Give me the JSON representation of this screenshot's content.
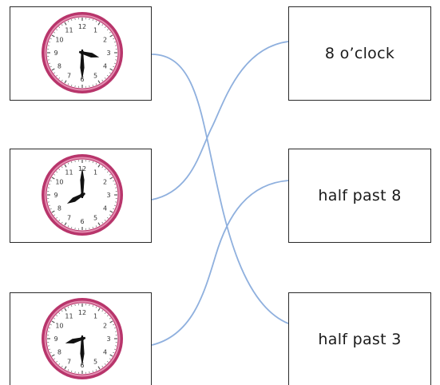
{
  "clocks": [
    {
      "hour_hand_deg": 105,
      "minute_hand_deg": 180,
      "numerals": [
        "12",
        "1",
        "2",
        "3",
        "4",
        "5",
        "6",
        "7",
        "8",
        "9",
        "10",
        "11"
      ]
    },
    {
      "hour_hand_deg": 240,
      "minute_hand_deg": 0,
      "numerals": [
        "12",
        "1",
        "2",
        "3",
        "4",
        "5",
        "6",
        "7",
        "8",
        "9",
        "10",
        "11"
      ]
    },
    {
      "hour_hand_deg": 255,
      "minute_hand_deg": 180,
      "numerals": [
        "12",
        "1",
        "2",
        "3",
        "4",
        "5",
        "6",
        "7",
        "8",
        "9",
        "10",
        "11"
      ]
    }
  ],
  "labels": [
    "8 o’clock",
    "half past 8",
    "half past 3"
  ],
  "colors": {
    "clock_rim": "#b8356b",
    "clock_rim_inner": "#e38fb1",
    "hands": "#111111",
    "match_line": "#8fb0de",
    "border": "#2a2a2a"
  }
}
